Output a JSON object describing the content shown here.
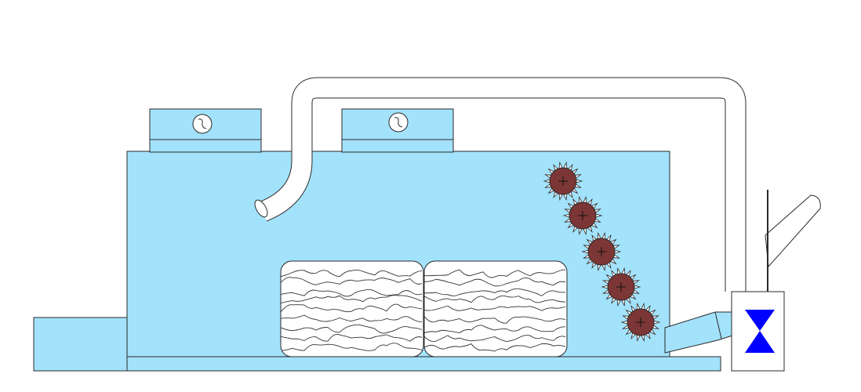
{
  "diagram": {
    "colors": {
      "tank": "#a3e2fb",
      "stroke": "#2a2a2a",
      "roller": "#7c3636",
      "valve": "#0000ff",
      "pipe": "#ffffff",
      "bale": "#ffffff"
    },
    "components": [
      "tank-body",
      "base-plate",
      "left-step-block",
      "top-housing-left",
      "top-housing-right",
      "fan-left",
      "fan-right",
      "return-pipe",
      "fiber-bale-left",
      "fiber-bale-right",
      "spiked-rollers",
      "discharge-chute",
      "valve-box",
      "valve-icon",
      "outlet-arm"
    ],
    "rollers": [
      "roller-1",
      "roller-2",
      "roller-3",
      "roller-4",
      "roller-5"
    ]
  }
}
